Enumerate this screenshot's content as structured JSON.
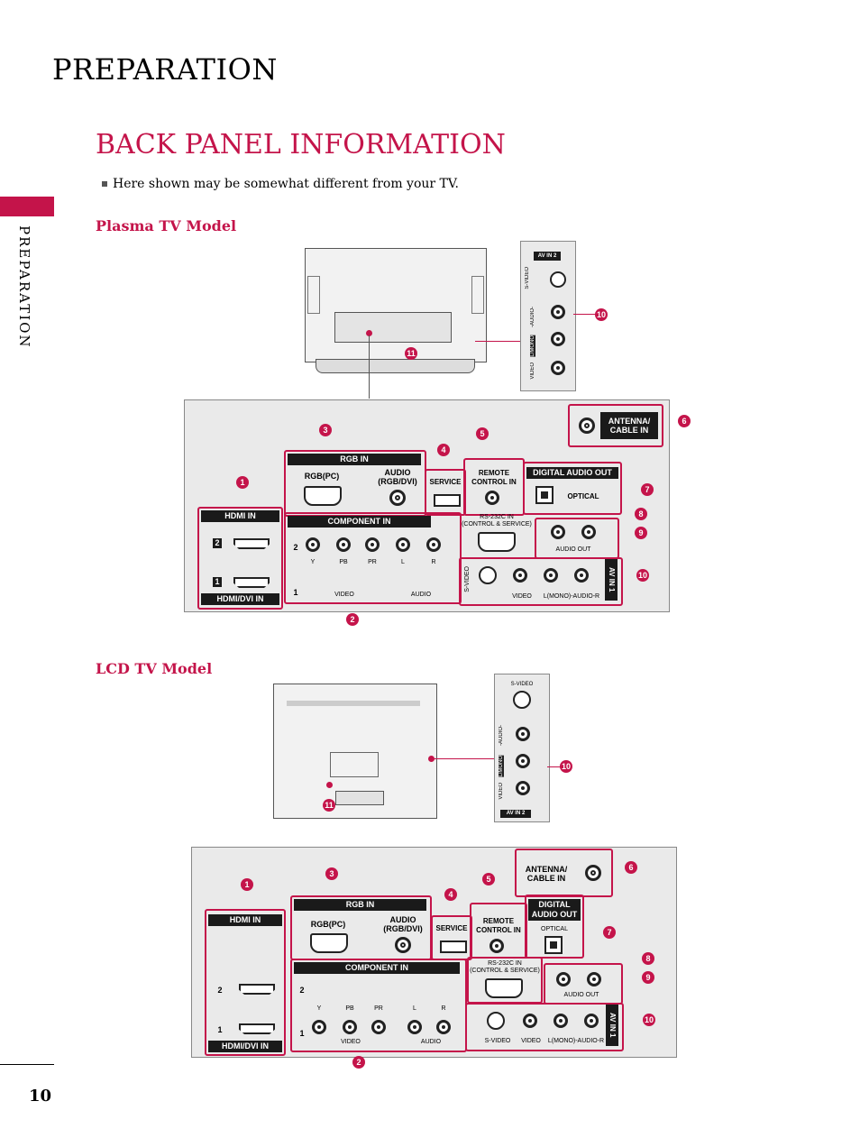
{
  "header": {
    "section_title": "PREPARATION",
    "page_title": "BACK PANEL INFORMATION",
    "note": "Here shown may be somewhat different from your TV.",
    "side_tab": "PREPARATION",
    "page_number": "10"
  },
  "colors": {
    "accent": "#c4144a"
  },
  "plasma": {
    "title": "Plasma TV Model",
    "av2": {
      "title": "AV IN 2",
      "svideo": "S-VIDEO",
      "audio": "-AUDIO-",
      "r": "R",
      "mono": "L/MONO",
      "video": "VIDEO"
    },
    "hdmi": {
      "title": "HDMI IN",
      "bottom": "HDMI/DVI IN",
      "n2": "2",
      "n1": "1"
    },
    "rgb": {
      "title": "RGB IN",
      "pc": "RGB(PC)",
      "audio": "AUDIO\n(RGB/DVI)"
    },
    "service": "SERVICE",
    "remote": "REMOTE\nCONTROL IN",
    "digital": {
      "title": "DIGITAL AUDIO OUT",
      "optical": "OPTICAL"
    },
    "antenna": "ANTENNA/\nCABLE IN",
    "component": {
      "title": "COMPONENT IN",
      "n2": "2",
      "n1": "1",
      "y": "Y",
      "pb": "PB",
      "pr": "PR",
      "l": "L",
      "r": "R",
      "video": "VIDEO",
      "audio": "AUDIO"
    },
    "rs232": "RS-232C IN\n(CONTROL & SERVICE)",
    "audio_out": "AUDIO OUT",
    "av1": {
      "svideo": "S-VIDEO",
      "video": "VIDEO",
      "audio": "L(MONO)-AUDIO-R",
      "title": "AV IN 1"
    },
    "callouts": [
      "1",
      "2",
      "3",
      "4",
      "5",
      "6",
      "7",
      "8",
      "9",
      "10",
      "11"
    ]
  },
  "lcd": {
    "title": "LCD TV Model",
    "av2": {
      "title": "AV IN 2",
      "svideo": "S-VIDEO",
      "audio": "-AUDIO-",
      "r": "R",
      "mono": "L/MONO",
      "video": "VIDEO"
    },
    "hdmi": {
      "title": "HDMI IN",
      "bottom": "HDMI/DVI IN",
      "n2": "2",
      "n1": "1"
    },
    "rgb": {
      "title": "RGB IN",
      "pc": "RGB(PC)",
      "audio": "AUDIO\n(RGB/DVI)"
    },
    "service": "SERVICE",
    "remote": "REMOTE\nCONTROL IN",
    "digital": {
      "title": "DIGITAL\nAUDIO OUT",
      "optical": "OPTICAL"
    },
    "antenna": "ANTENNA/\nCABLE IN",
    "component": {
      "title": "COMPONENT IN",
      "n2": "2",
      "n1": "1",
      "y": "Y",
      "pb": "PB",
      "pr": "PR",
      "l": "L",
      "r": "R",
      "video": "VIDEO",
      "audio": "AUDIO"
    },
    "rs232": "RS-232C IN\n(CONTROL & SERVICE)",
    "audio_out": "AUDIO OUT",
    "av1": {
      "svideo": "S-VIDEO",
      "video": "VIDEO",
      "audio": "L(MONO)-AUDIO-R",
      "title": "AV IN 1"
    },
    "callouts": [
      "1",
      "2",
      "3",
      "4",
      "5",
      "6",
      "7",
      "8",
      "9",
      "10",
      "11"
    ]
  }
}
